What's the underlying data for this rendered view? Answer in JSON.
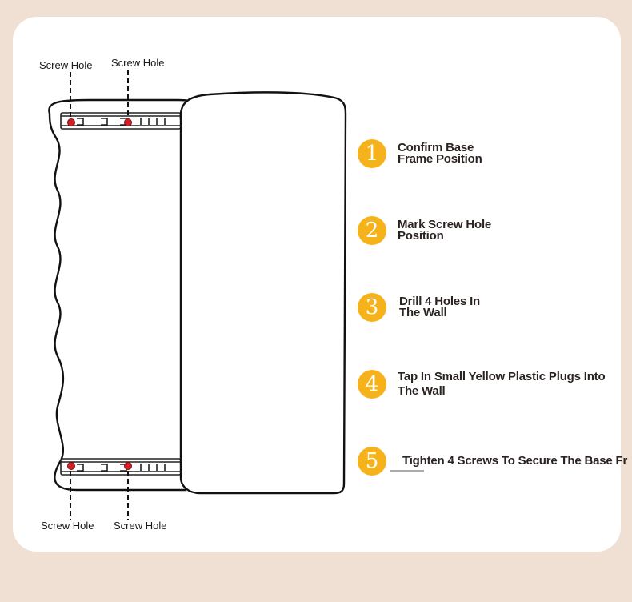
{
  "labels": {
    "top_left": "Screw Hole",
    "top_right": "Screw Hole",
    "bottom_left": "Screw Hole",
    "bottom_right": "Screw Hole"
  },
  "steps": [
    {
      "number": "1",
      "text": "Confirm Base Frame Position"
    },
    {
      "number": "2",
      "text": "Mark Screw Hole Position"
    },
    {
      "number": "3",
      "text": "Drill 4 Holes In The Wall"
    },
    {
      "number": "4",
      "text": "Tap In Small Yellow Plastic Plugs Into The Wall"
    },
    {
      "number": "5",
      "text": "Tighten 4 Screws To Secure The Base Fr"
    }
  ],
  "colors": {
    "background": "#efe0d3",
    "card": "#ffffff",
    "badge": "#f6b21a",
    "screw": "#d21f2a"
  }
}
